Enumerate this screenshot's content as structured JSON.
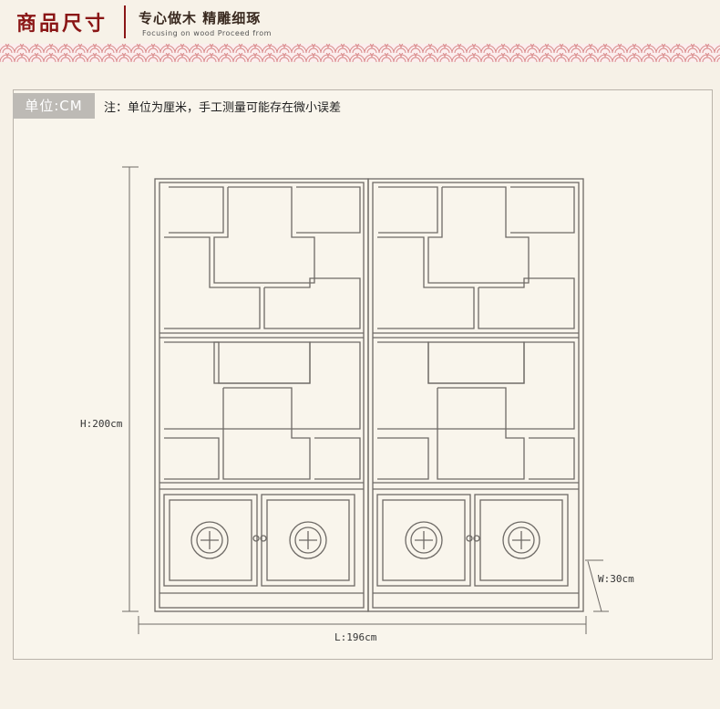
{
  "header": {
    "title": "商品尺寸",
    "slogan": "专心做木 精雕细琢",
    "slogan_en": "Focusing on wood Proceed from"
  },
  "colors": {
    "accent": "#8a1616",
    "line": "#6e6a66",
    "panel_bg": "#f9f5ec"
  },
  "panel": {
    "unit_label": "单位:CM",
    "note": "注：单位为厘米，手工测量可能存在微小误差"
  },
  "dimensions": {
    "height": "H:200cm",
    "length": "L:196cm",
    "width": "W:30cm"
  }
}
